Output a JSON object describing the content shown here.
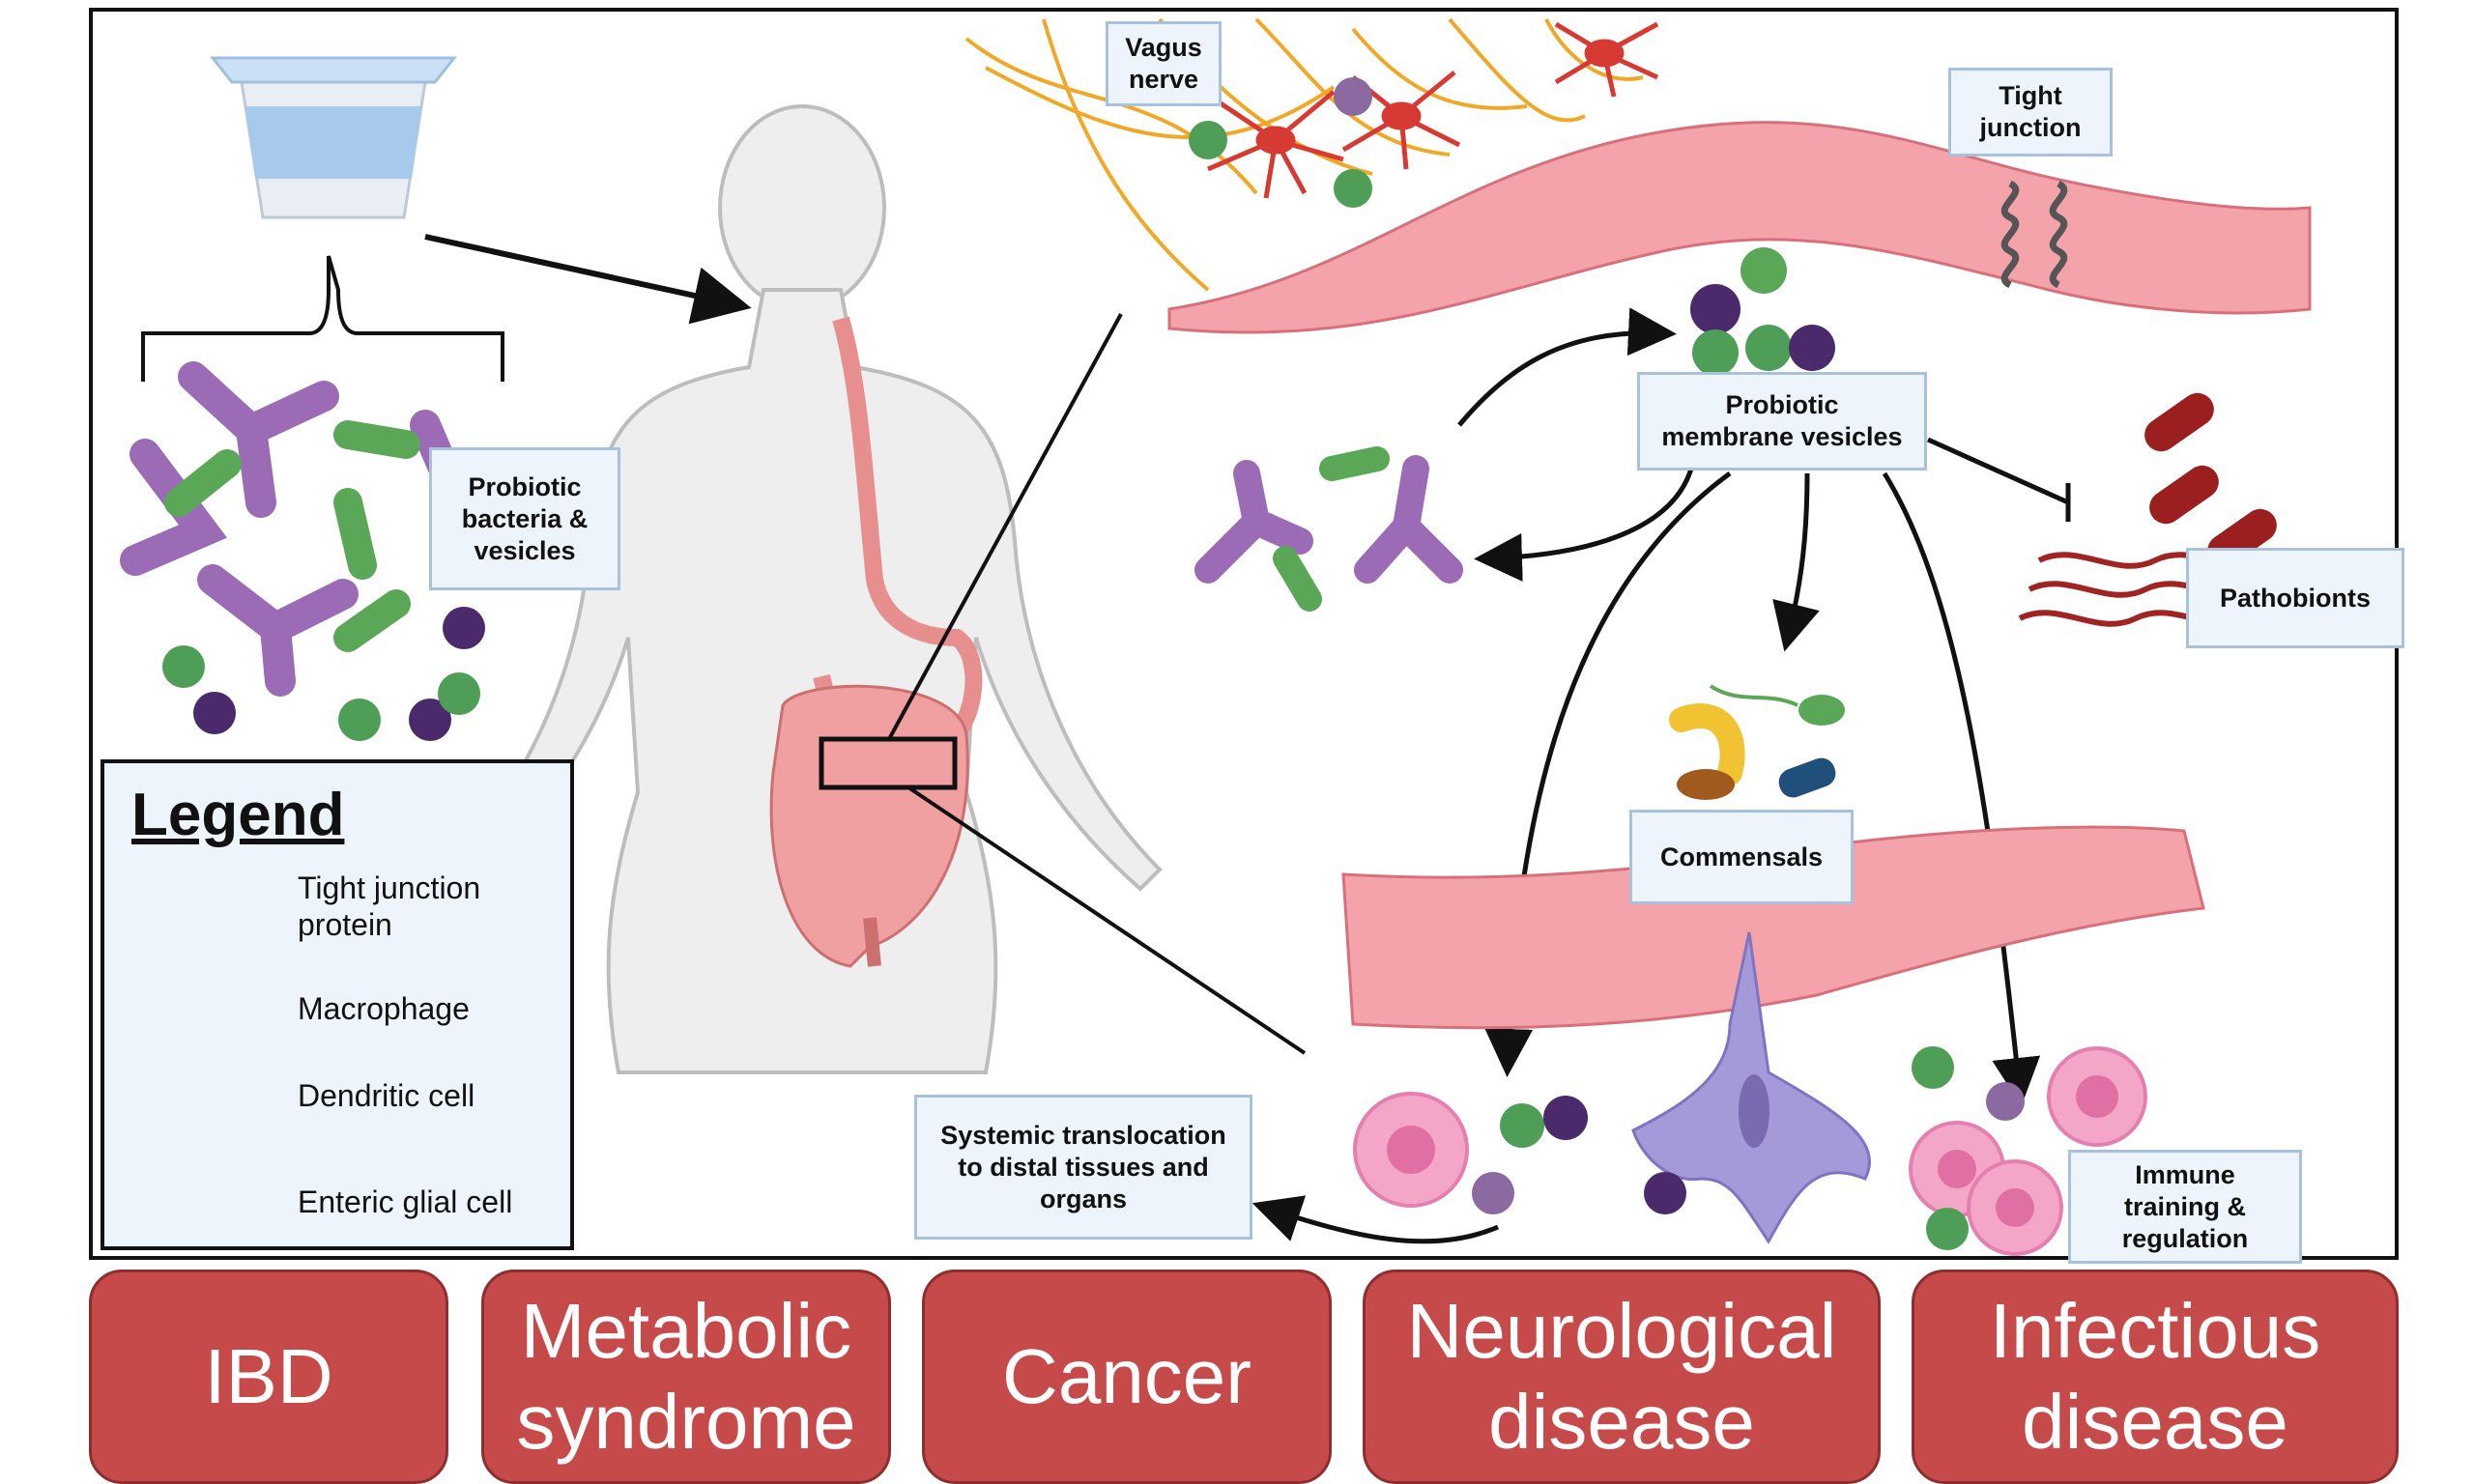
{
  "labels": {
    "vagus_nerve": "Vagus\nnerve",
    "tight_junction": "Tight\njunction",
    "probiotic_bacteria": "Probiotic\nbacteria &\nvesicles",
    "probiotic_vesicles": "Probiotic\nmembrane vesicles",
    "pathobionts": "Pathobionts",
    "commensals": "Commensals",
    "systemic": "Systemic translocation\nto distal tissues and\norgans",
    "immune": "Immune\ntraining &\nregulation"
  },
  "legend": {
    "title": "Legend",
    "items": [
      "Tight junction\nprotein",
      "Macrophage",
      "Dendritic cell",
      "Enteric glial cell"
    ]
  },
  "diseases": [
    "IBD",
    "Metabolic\nsyndrome",
    "Cancer",
    "Neurological\ndisease",
    "Infectious\ndisease"
  ],
  "colors": {
    "disease_box": "#c74a4a",
    "label_box": "#eef4fb",
    "epithelium": "#f4a3aa",
    "bifido": "#9b6bb5",
    "lacto": "#5aa857",
    "vesicle_purple": "#4b2a6b",
    "vesicle_green": "#4f9e57",
    "nerve": "#f0a826",
    "glia": "#d63a32",
    "macrophage": "#f3a6c8",
    "dendritic": "#a59ad9",
    "pathobiont": "#a02424"
  }
}
